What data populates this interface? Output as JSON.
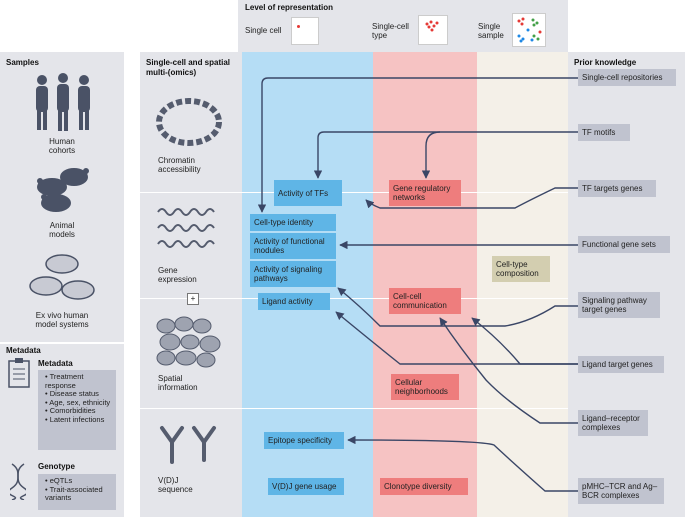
{
  "level": {
    "title": "Level of representation",
    "items": [
      "Single cell",
      "Single-cell type",
      "Single sample"
    ]
  },
  "samples": {
    "title": "Samples",
    "items": [
      "Human cohorts",
      "Animal models",
      "Ex vivo human model systems"
    ]
  },
  "metadata": {
    "title": "Metadata",
    "meta_title": "Metadata",
    "meta_items": [
      "Treatment response",
      "Disease status",
      "Age, sex, ethnicity",
      "Comorbidities",
      "Latent infections"
    ],
    "genotype_title": "Genotype",
    "genotype_items": [
      "eQTLs",
      "Trait-associated variants"
    ]
  },
  "omics": {
    "title": "Single-cell and spatial multi-(omics)",
    "modalities": [
      "Chromatin accessibility",
      "Gene expression",
      "Spatial information",
      "V(D)J sequence"
    ],
    "plus": "+"
  },
  "features": {
    "activity_tfs": "Activity of TFs",
    "grn": "Gene regulatory networks",
    "cell_type_identity": "Cell-type identity",
    "functional_modules": "Activity of functional modules",
    "signaling_pathways": "Activity of signaling pathways",
    "cell_type_composition": "Cell-type composition",
    "ligand_activity": "Ligand activity",
    "cell_cell_comm": "Cell-cell communication",
    "cellular_neighborhoods": "Cellular neighborhoods",
    "epitope_specificity": "Epitope specificity",
    "vdj_usage": "V(D)J gene usage",
    "clonotype_diversity": "Clonotype diversity"
  },
  "prior": {
    "title": "Prior knowledge",
    "items": [
      "Single-cell repositories",
      "TF motifs",
      "TF targets genes",
      "Functional gene sets",
      "Signaling pathway target genes",
      "Ligand target genes",
      "Ligand–receptor complexes",
      "pMHC–TCR and Ag–BCR complexes"
    ]
  },
  "colors": {
    "single_cell_column": "#b5ddf5",
    "cell_type_column": "#f6c3c3",
    "sample_column": "#f4f0e8",
    "panel": "#e4e5ea",
    "arrow": "#3a4666"
  }
}
